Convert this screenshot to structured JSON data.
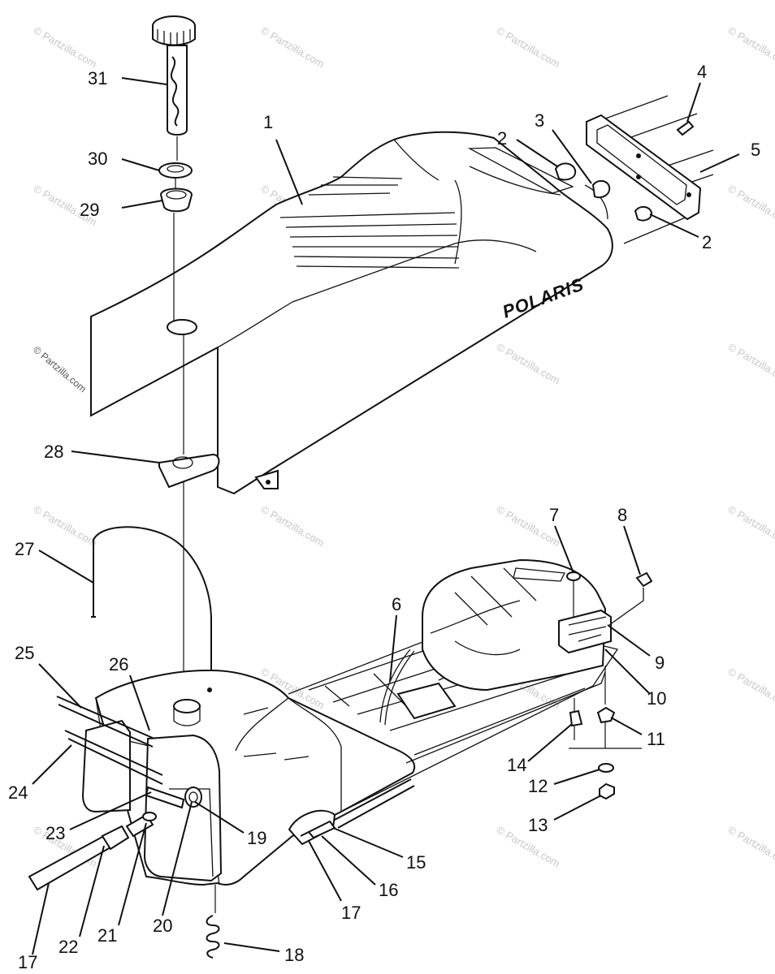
{
  "brand_text": "POLARIS",
  "watermark": "© Partzilla.com",
  "callouts": {
    "c1": "1",
    "c2a": "2",
    "c2b": "2",
    "c3": "3",
    "c4": "4",
    "c5": "5",
    "c6": "6",
    "c7": "7",
    "c8": "8",
    "c9": "9",
    "c10": "10",
    "c11": "11",
    "c12": "12",
    "c13": "13",
    "c14": "14",
    "c15": "15",
    "c16": "16",
    "c17a": "17",
    "c17b": "17",
    "c18": "18",
    "c19": "19",
    "c20": "20",
    "c21": "21",
    "c22": "22",
    "c23": "23",
    "c24": "24",
    "c25": "25",
    "c26": "26",
    "c27": "27",
    "c28": "28",
    "c29": "29",
    "c30": "30",
    "c31": "31"
  }
}
